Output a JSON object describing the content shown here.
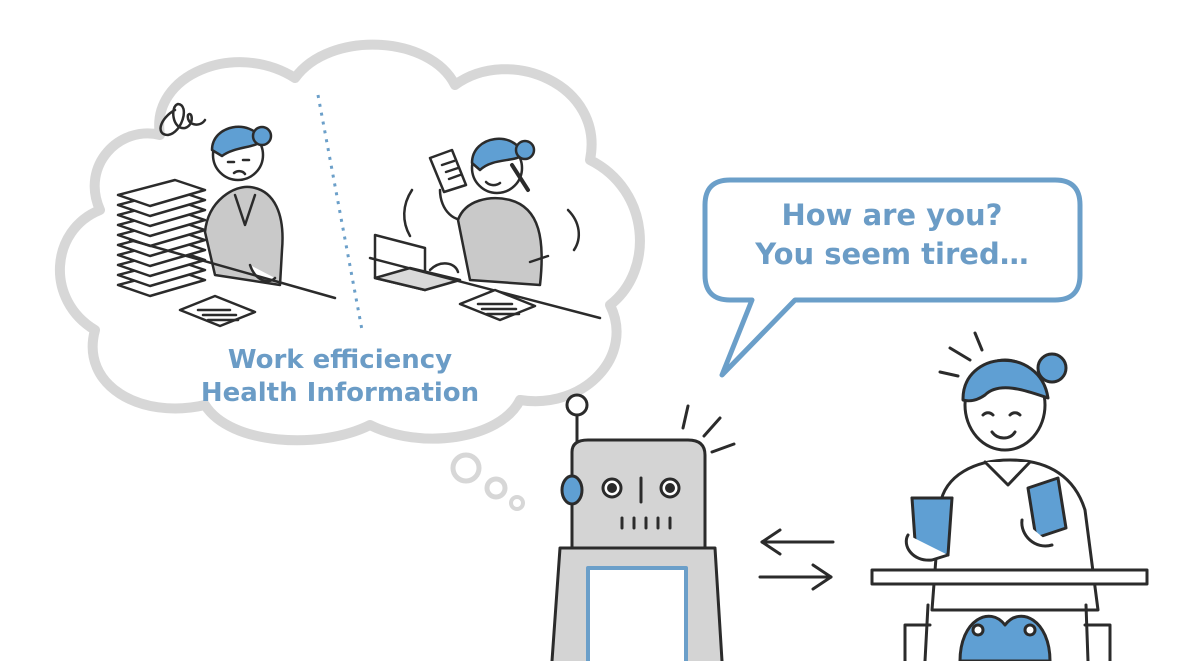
{
  "thought_bubble": {
    "line1": "Work efficiency",
    "line2": "Health Information"
  },
  "speech_bubble": {
    "line1": "How are you?",
    "line2": "You seem tired…"
  },
  "colors": {
    "accent_blue": "#6b9fc9",
    "fill_blue": "#5f9fd3",
    "text_blue": "#6b9cc6",
    "line": "#2b2b2b",
    "bubble_outline": "#d7d7d7",
    "robot_gray": "#d4d4d4",
    "figure_gray": "#c9c9c9"
  },
  "icons": [
    "thought-bubble-icon",
    "speech-bubble-icon",
    "tired-worker-illustration",
    "busy-worker-illustration",
    "robot-illustration",
    "exchange-arrows-icon",
    "seated-person-illustration"
  ]
}
